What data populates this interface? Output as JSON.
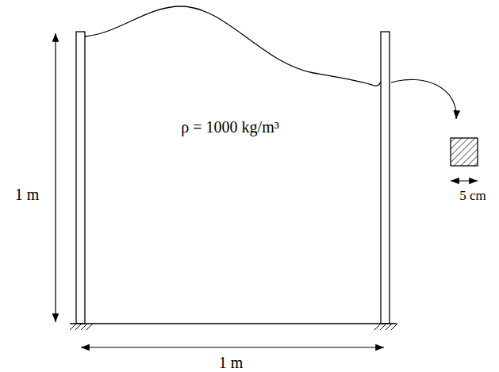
{
  "diagram": {
    "labels": [
      "1 m",
      "ρ = 1000  kg/m³",
      "5 cm",
      "1 m"
    ]
  }
}
